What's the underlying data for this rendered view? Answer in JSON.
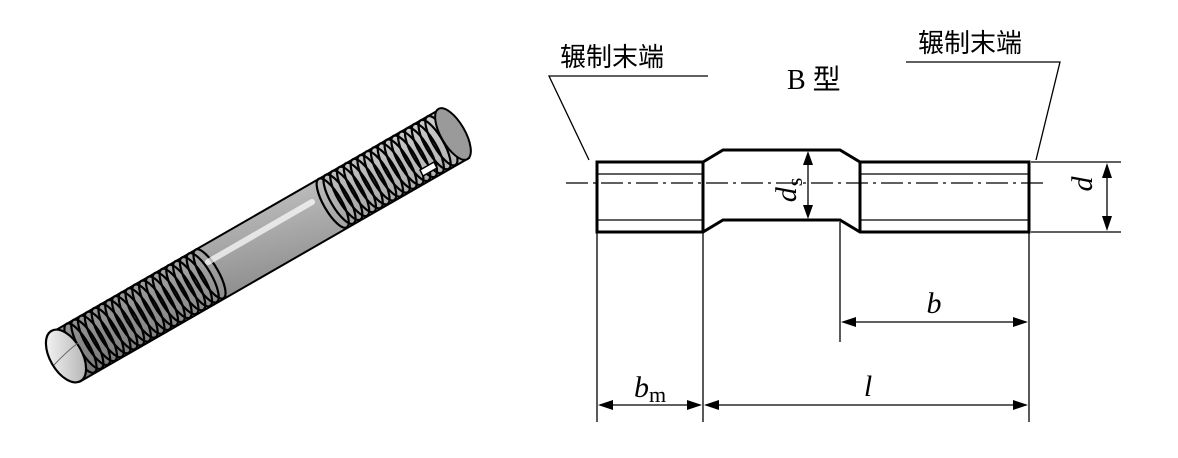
{
  "diagram": {
    "left_end_label": "辗制末端",
    "right_end_label": "辗制末端",
    "type_label": "B 型",
    "dims": {
      "d": "d",
      "ds_main": "d",
      "ds_sub": "s",
      "b": "b",
      "bm_main": "b",
      "bm_sub": "m",
      "l": "l"
    }
  }
}
